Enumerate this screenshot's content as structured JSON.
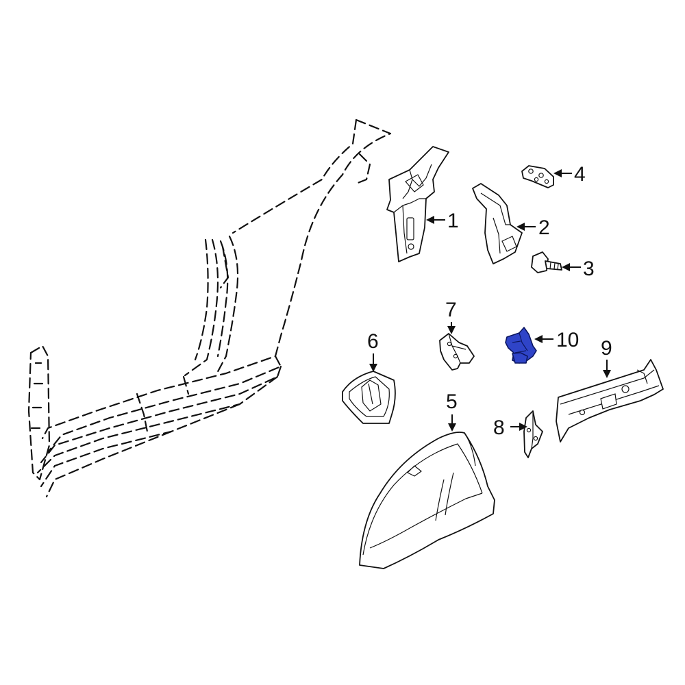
{
  "highlight_color": "#2f44c8",
  "callouts": [
    {
      "id": "1",
      "label": "1"
    },
    {
      "id": "2",
      "label": "2"
    },
    {
      "id": "3",
      "label": "3"
    },
    {
      "id": "4",
      "label": "4"
    },
    {
      "id": "5",
      "label": "5"
    },
    {
      "id": "6",
      "label": "6"
    },
    {
      "id": "7",
      "label": "7"
    },
    {
      "id": "8",
      "label": "8"
    },
    {
      "id": "9",
      "label": "9"
    },
    {
      "id": "10",
      "label": "10"
    }
  ],
  "highlighted_part": "10"
}
